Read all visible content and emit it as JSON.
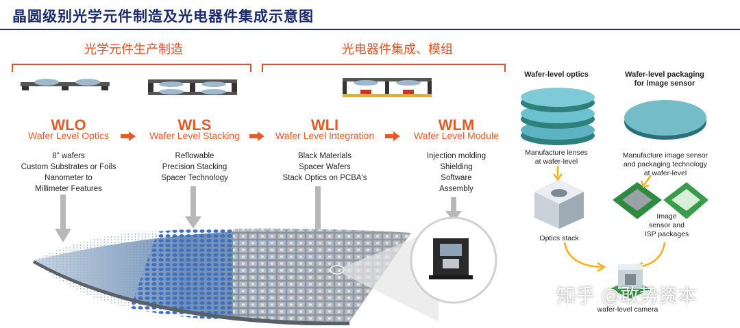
{
  "header": {
    "title": "晶圆级别光学元件制造及光电器件集成示意图"
  },
  "groups": {
    "optics": "光学元件生产制造",
    "integration": "光电器件集成、模组"
  },
  "stages": [
    {
      "abbr": "WLO",
      "name": "Wafer Level Optics",
      "details": [
        "8\" wafers",
        "Custom Substrates or Foils",
        "Nanometer to",
        "Millimeter Features"
      ]
    },
    {
      "abbr": "WLS",
      "name": "Wafer Level Stacking",
      "details": [
        "Reflowable",
        "Precision Stacking",
        "Spacer Technology"
      ]
    },
    {
      "abbr": "WLI",
      "name": "Wafer Level Integration",
      "details": [
        "Black Materials",
        "Spacer Wafers",
        "Stack Optics on PCBA's"
      ]
    },
    {
      "abbr": "WLM",
      "name": "Wafer Level Module",
      "details": [
        "Injection molding",
        "Shielding",
        "Software",
        "Assembly"
      ]
    }
  ],
  "right_panel": {
    "col1_title": "Wafer-level optics",
    "col2_title_1": "Wafer-level packaging",
    "col2_title_2": "for image sensor",
    "lens_text_1": "Manufacture lenses",
    "lens_text_2": "at wafer-level",
    "sensor_text_1": "Manufacture image sensor",
    "sensor_text_2": "and packaging technology",
    "sensor_text_3": "at wafer-level",
    "optics_stack": "Optics stack",
    "isp_1": "Image",
    "isp_2": "sensor and",
    "isp_3": "ISP packages",
    "camera": "wafer-level camera"
  },
  "watermark": "知乎 @敢势资本",
  "colors": {
    "title": "#1a2a6c",
    "accent": "#e35a2b",
    "arrow_gray": "#b8b8b8"
  }
}
